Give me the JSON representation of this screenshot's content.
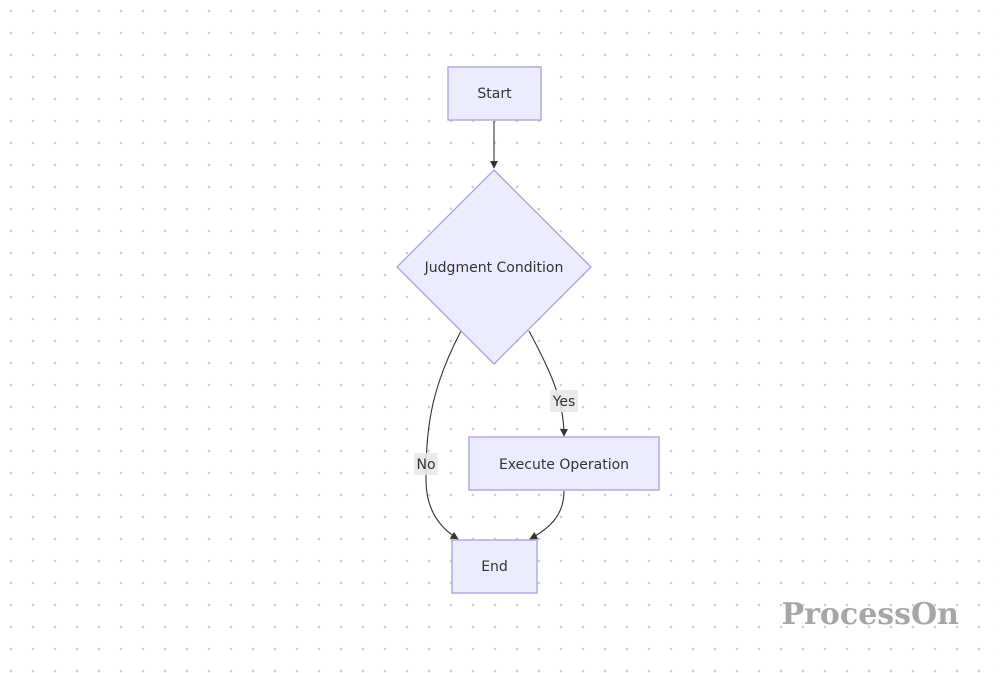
{
  "nodes": {
    "start": "Start",
    "judgment": "Judgment Condition",
    "execute": "Execute Operation",
    "end": "End"
  },
  "edges": {
    "yes": "Yes",
    "no": "No"
  },
  "watermark": "ProcessOn",
  "colors": {
    "node_fill": "#ececff",
    "node_stroke": "#a89fd8",
    "edge": "#333333",
    "watermark": "#a6a6a6"
  }
}
